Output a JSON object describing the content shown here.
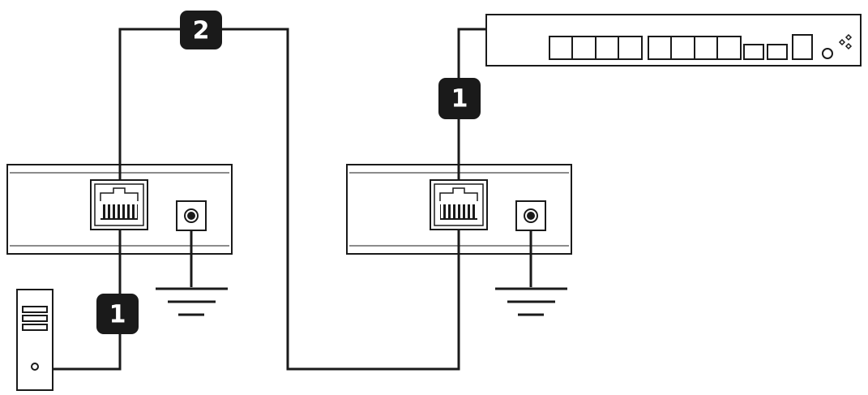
{
  "badges": {
    "top_cable": "2",
    "switch_cable": "1",
    "pc_cable": "1"
  },
  "icons": {
    "switch": "network-switch-icon",
    "pc": "desktop-pc-icon",
    "extender": "poe-extender-icon",
    "ground": "ground-icon",
    "port": "rj45-port-icon",
    "dc_jack": "dc-jack-icon"
  },
  "colors": {
    "line": "#1a1a1a",
    "badge": "#1a1a1a",
    "background": "#ffffff"
  }
}
